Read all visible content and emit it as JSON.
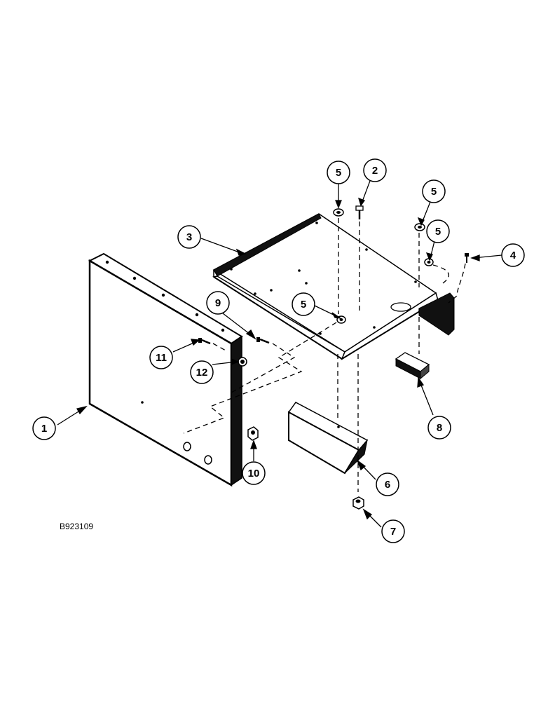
{
  "figure_code": "B923109",
  "callouts": [
    {
      "id": "c1",
      "label": "1"
    },
    {
      "id": "c2",
      "label": "2"
    },
    {
      "id": "c3",
      "label": "3"
    },
    {
      "id": "c4",
      "label": "4"
    },
    {
      "id": "c5a",
      "label": "5"
    },
    {
      "id": "c5b",
      "label": "5"
    },
    {
      "id": "c5c",
      "label": "5"
    },
    {
      "id": "c5d",
      "label": "5"
    },
    {
      "id": "c6",
      "label": "6"
    },
    {
      "id": "c7",
      "label": "7"
    },
    {
      "id": "c8",
      "label": "8"
    },
    {
      "id": "c9",
      "label": "9"
    },
    {
      "id": "c10",
      "label": "10"
    },
    {
      "id": "c11",
      "label": "11"
    },
    {
      "id": "c12",
      "label": "12"
    }
  ]
}
